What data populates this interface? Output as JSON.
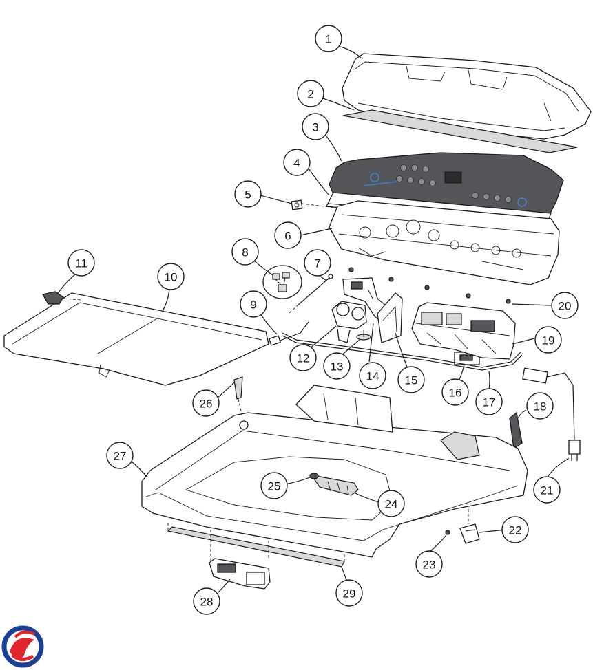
{
  "callouts": [
    {
      "label": "1"
    },
    {
      "label": "2"
    },
    {
      "label": "3"
    },
    {
      "label": "4"
    },
    {
      "label": "5"
    },
    {
      "label": "6"
    },
    {
      "label": "7"
    },
    {
      "label": "8"
    },
    {
      "label": "9"
    },
    {
      "label": "10"
    },
    {
      "label": "11"
    },
    {
      "label": "12"
    },
    {
      "label": "13"
    },
    {
      "label": "14"
    },
    {
      "label": "15"
    },
    {
      "label": "16"
    },
    {
      "label": "17"
    },
    {
      "label": "18"
    },
    {
      "label": "19"
    },
    {
      "label": "20"
    },
    {
      "label": "21"
    },
    {
      "label": "22"
    },
    {
      "label": "23"
    },
    {
      "label": "24"
    },
    {
      "label": "25"
    },
    {
      "label": "26"
    },
    {
      "label": "27"
    },
    {
      "label": "28"
    },
    {
      "label": "29"
    }
  ],
  "colors": {
    "line": "#1a1a1a",
    "panel_dark": "#55565a",
    "panel_accent": "#4a7bd1",
    "logo_blue": "#1d3f8f",
    "logo_red": "#e0262c"
  },
  "logo": {
    "icon": "brand-swirl-logo"
  }
}
